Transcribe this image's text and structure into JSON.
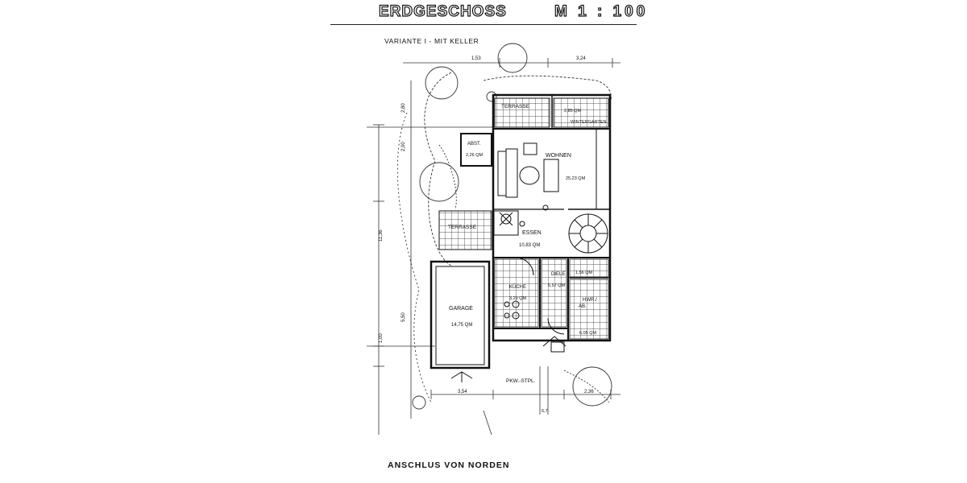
{
  "header": {
    "title": "ERDGESCHOSS",
    "scale": "M 1 : 100"
  },
  "subtitle": "VARIANTE I  -  MIT KELLER",
  "footer": "ANSCHLUS VON NORDEN",
  "rooms": {
    "terrasse_top": "TERRASSE",
    "wintergarten": "WINTERGARTEN",
    "wintergarten_area": "2,85 QM",
    "abst": "ABST.",
    "abst_area": "2,26 QM",
    "wohnen": "WOHNEN",
    "wohnen_area": "25,23 QM",
    "terrasse_side": "TERRASSE",
    "essen": "ESSEN",
    "essen_area": "10,83 QM",
    "garage": "GARAGE",
    "garage_area": "14,75 QM",
    "kueche": "KÜCHE",
    "kueche_area": "3,29 QM",
    "diele": "DIELE",
    "diele_area": "5,57 QM",
    "small_area": "1,56 QM",
    "hwr": "HWR./",
    "ab": "AB.",
    "hwr_area": "6,05 QM",
    "pkw": "PKW.-STPL."
  },
  "dimensions": {
    "top_left": "1,53",
    "top_right": "3,24",
    "left_1": "2,80",
    "left_2": "2,00",
    "left_3": "11,36",
    "left_4": "5,50",
    "left_5": "1,00",
    "bottom_left": "3,54",
    "bottom_right": "2,36",
    "bottom_mid": "6,7"
  },
  "colors": {
    "ink": "#111111",
    "background": "#ffffff"
  }
}
